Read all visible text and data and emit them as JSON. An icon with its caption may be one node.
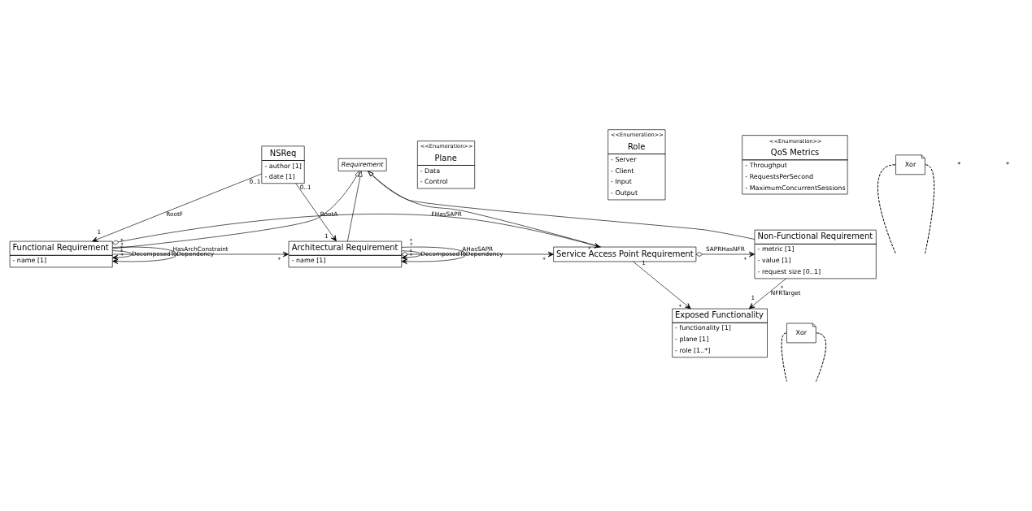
{
  "diagram": {
    "nodes": [
      {
        "text": [
          "NSReq",
          "- author [1]",
          "- date [1]"
        ]
      },
      {
        "text": [
          "<<Enumeration>>",
          "Plane",
          "- Data",
          "- Control"
        ]
      },
      {
        "text": [
          "<<Enumeration>>",
          "Role",
          "- Server",
          "- Client",
          "- Input",
          "- Output"
        ]
      },
      {
        "text": [
          "<<Enumeration>>",
          "QoS Metrics",
          "- Throughput",
          "- RequestsPerSecond",
          "- MaximumConcurrentSessions"
        ]
      },
      {
        "text": [
          "Requirement"
        ]
      },
      {
        "text": [
          "Xor"
        ]
      },
      {
        "text": [
          "Architectural Requirement",
          "- name [1]"
        ]
      },
      {
        "text": [
          "Functional Requirement",
          "- name [1]"
        ]
      },
      {
        "text": [
          "Service Access Point Requirement"
        ]
      },
      {
        "text": [
          "Non-Functional Requirement",
          "- metric [1]",
          "- value [1]",
          "- request size [0..1]"
        ]
      },
      {
        "text": [
          "Xor"
        ]
      },
      {
        "text": [
          "Exposed Functionality",
          "- functionality [1]",
          "- plane [1]",
          "- role [1..*]"
        ]
      }
    ],
    "edges": [
      {
        "from": 0,
        "to": 6,
        "arrow": "to",
        "label": "RootA"
      },
      {
        "from": 0,
        "to": 7,
        "arrow": "to",
        "label": "RootF"
      },
      {
        "from": 5,
        "to": null,
        "arrow": "none",
        "style": "dashed"
      },
      {
        "from": 5,
        "to": null,
        "arrow": "none",
        "style": "dashed"
      },
      {
        "from": 6,
        "to": 4,
        "arrow": "to"
      },
      {
        "from": 7,
        "to": 4,
        "arrow": "to"
      },
      {
        "from": 8,
        "to": 4,
        "arrow": "to"
      },
      {
        "from": 9,
        "to": 4,
        "arrow": "to"
      },
      {
        "from": 7,
        "to": 6,
        "arrow": "to",
        "label": "HasArchConstraint"
      },
      {
        "from": 6,
        "to": 6,
        "arrow": "to",
        "label": "DecomposedTo"
      },
      {
        "from": 6,
        "to": 6,
        "arrow": "to",
        "label": "Dependency"
      },
      {
        "from": 7,
        "to": 7,
        "arrow": "to",
        "label": "DecomposedTo"
      },
      {
        "from": 7,
        "to": 7,
        "arrow": "to",
        "label": "Dependency"
      },
      {
        "from": 7,
        "to": 8,
        "arrow": "to",
        "label": "FHasSAPR"
      },
      {
        "from": 8,
        "to": 9,
        "arrow": "to",
        "label": "SAPRHasNFR"
      },
      {
        "from": 6,
        "to": 8,
        "arrow": "to",
        "label": "AHasSAPR"
      },
      {
        "from": 8,
        "to": 11,
        "arrow": "to"
      },
      {
        "from": 9,
        "to": 11,
        "arrow": "to",
        "label": "NFRTarget"
      },
      {
        "from": 10,
        "to": null,
        "arrow": "none",
        "style": "dashed"
      },
      {
        "from": 10,
        "to": null,
        "arrow": "none",
        "style": "dashed"
      }
    ],
    "labels": [
      "0..1",
      "0..1",
      "1",
      "1",
      "*",
      "*",
      "*",
      "*",
      "*",
      "*",
      "*",
      "*",
      "*",
      "*",
      "*",
      "*",
      "*",
      "*",
      "*",
      "1",
      "*",
      "*",
      "1"
    ]
  }
}
